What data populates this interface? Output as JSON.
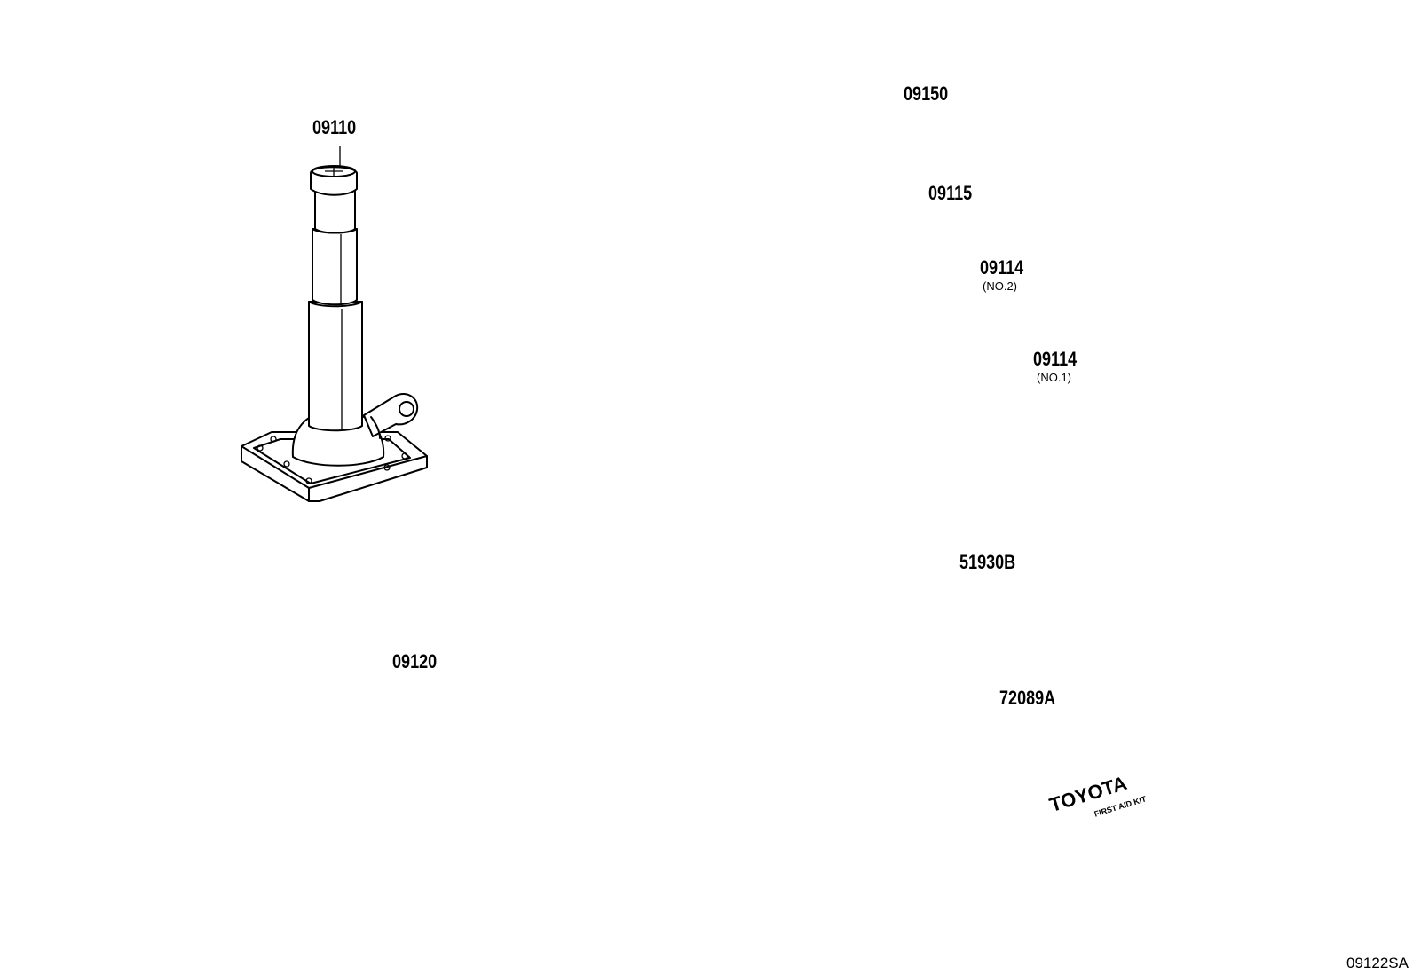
{
  "parts": {
    "jack": {
      "part_no": "09110"
    },
    "jack_handle": {
      "part_no": "09150"
    },
    "wheel_nut_wrench": {
      "part_no": "09115"
    },
    "handle_extension_no2": {
      "part_no": "09114",
      "note": "(NO.2)"
    },
    "handle_extension_no1": {
      "part_no": "09114",
      "note": "(NO.1)"
    },
    "spare_tire_carrier_tool": {
      "part_no": "51930B"
    },
    "tool_bag": {
      "part_no": "09120"
    },
    "first_aid_kit": {
      "part_no": "72089A",
      "brand_text": "TOYOTA",
      "kit_text": "FIRST AID KIT"
    }
  },
  "diagram_code": "09122SA"
}
